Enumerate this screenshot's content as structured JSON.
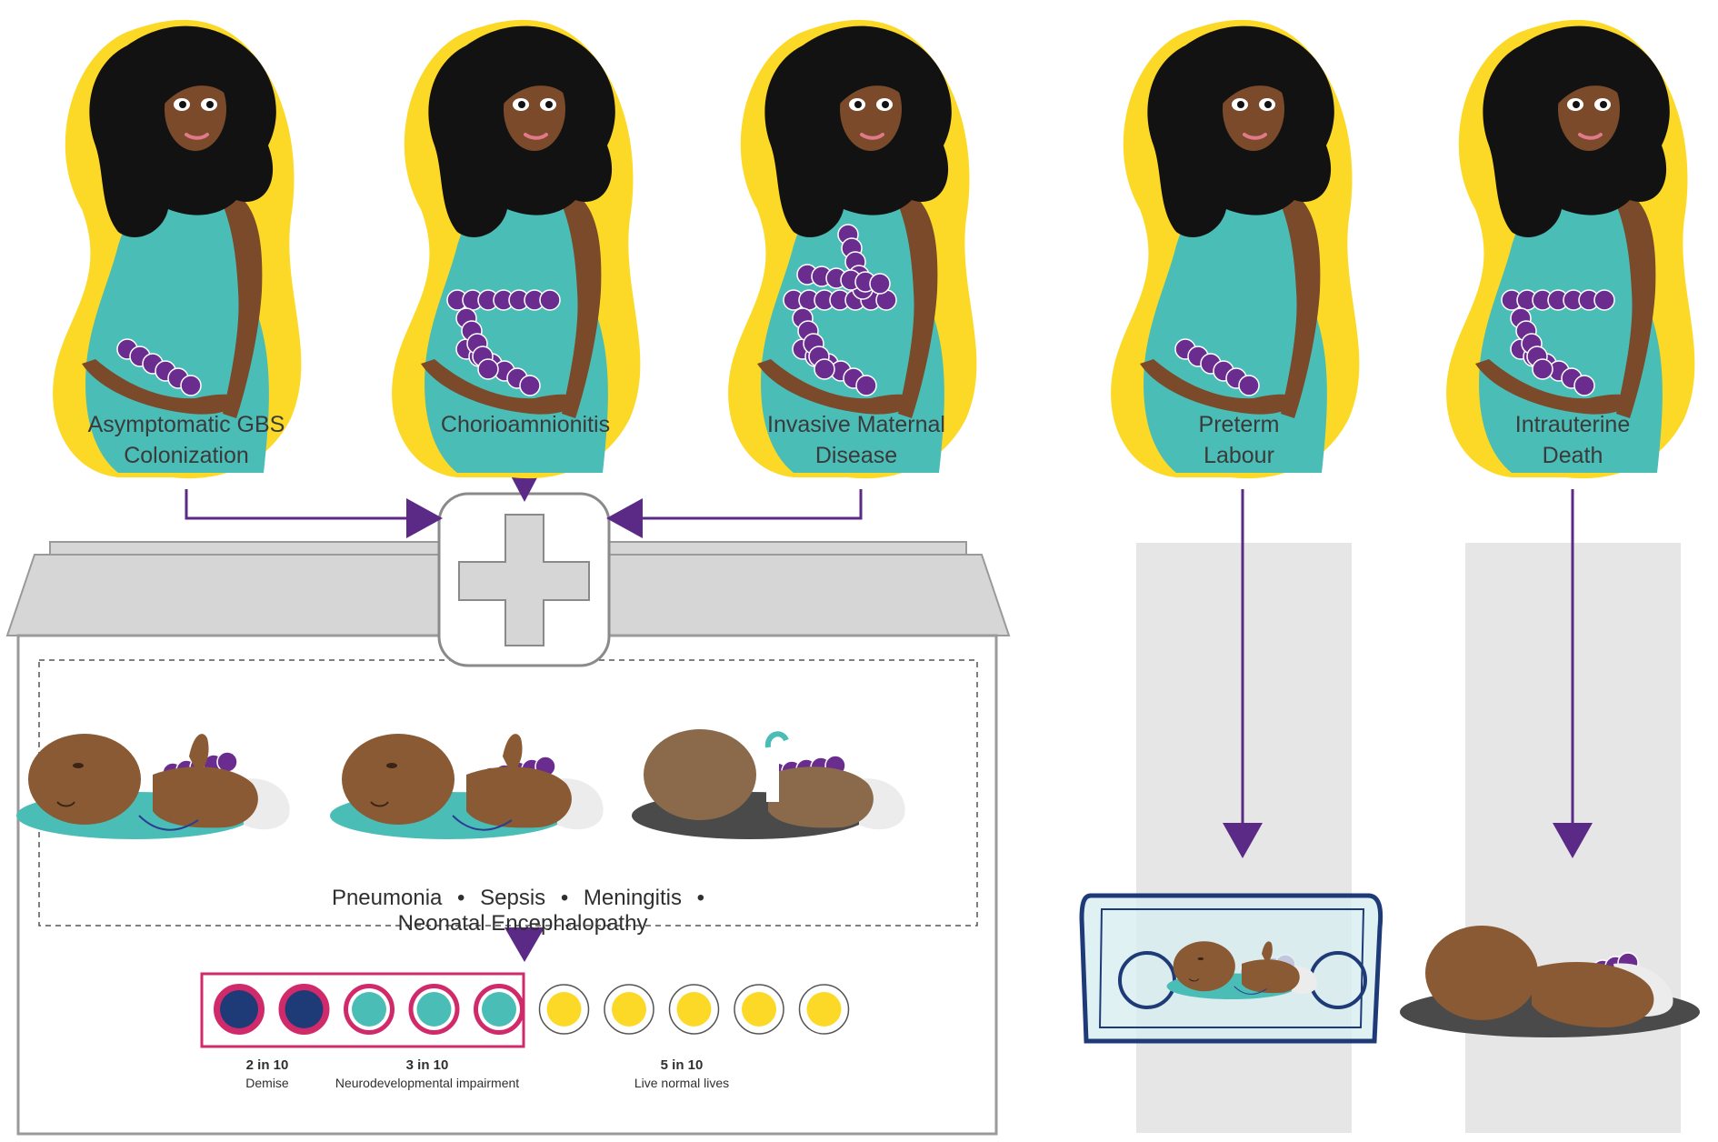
{
  "colors": {
    "skin": "#7a4a2a",
    "skin_dark": "#5c3a1f",
    "hair": "#121212",
    "dress": "#4bbdb7",
    "backdrop": "#fcd926",
    "bacteria": "#6a2d8f",
    "arrow": "#5b2a86",
    "building": "#d6d6d6",
    "building_line": "#9a9a9a",
    "column": "#e6e6e6",
    "circle_demise": "#1e3b78",
    "circle_impairment": "#4bbdb7",
    "circle_normal": "#fcd926",
    "highlight_border": "#d12a6b",
    "incubator": "#1e3b78"
  },
  "mothers": [
    {
      "label": "Asymptomatic GBS\nColonization",
      "bacteria": "low"
    },
    {
      "label": "Chorioamnionitis",
      "bacteria": "medium"
    },
    {
      "label": "Invasive Maternal\nDisease",
      "bacteria": "high"
    },
    {
      "label": "Preterm\nLabour",
      "bacteria": "low"
    },
    {
      "label": "Intrauterine\nDeath",
      "bacteria": "medium"
    }
  ],
  "hospital": {
    "icon": "medical-cross-icon",
    "conditions": [
      "Pneumonia",
      "Sepsis",
      "Meningitis",
      "Neonatal Encephalopathy"
    ],
    "separator": "•"
  },
  "outcomes": {
    "circles": [
      "demise",
      "demise",
      "impairment",
      "impairment",
      "impairment",
      "normal",
      "normal",
      "normal",
      "normal",
      "normal"
    ],
    "groups": [
      {
        "count": "2 in 10",
        "label": "Demise"
      },
      {
        "count": "3 in 10",
        "label": "Neurodevelopmental impairment"
      },
      {
        "count": "5 in 10",
        "label": "Live normal lives"
      }
    ]
  }
}
